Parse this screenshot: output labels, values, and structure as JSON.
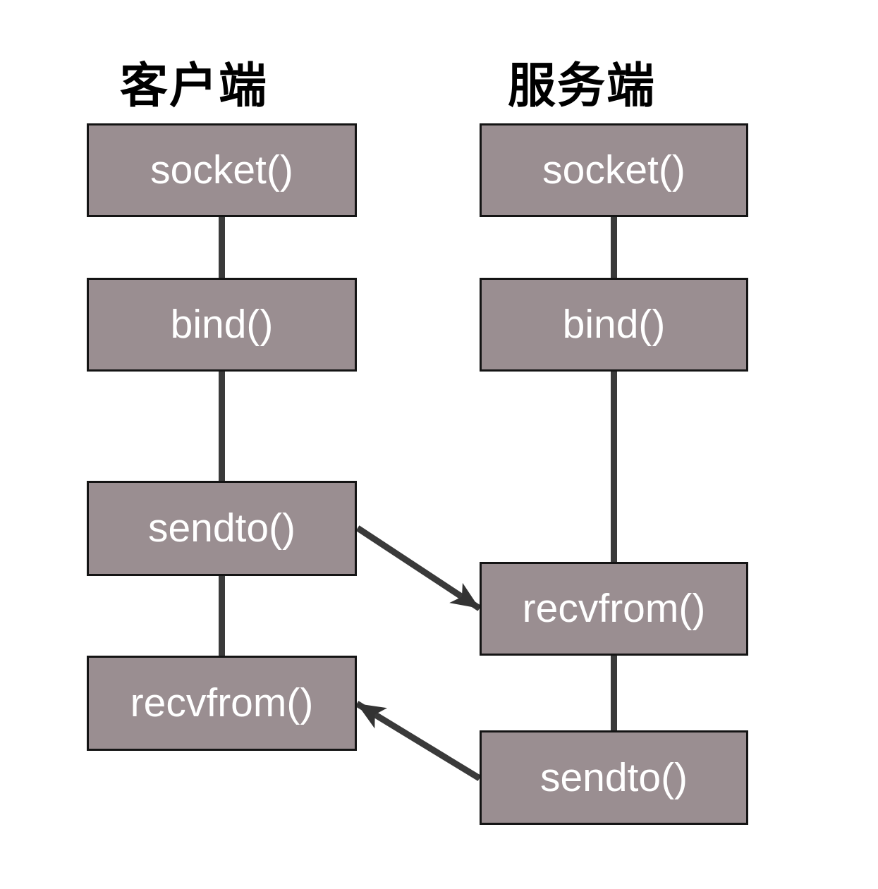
{
  "diagram": {
    "title_implicit": "UDP socket flow",
    "client": {
      "title": "客户端",
      "boxes": {
        "socket": "socket()",
        "bind": "bind()",
        "sendto": "sendto()",
        "recvfrom": "recvfrom()"
      }
    },
    "server": {
      "title": "服务端",
      "boxes": {
        "socket": "socket()",
        "bind": "bind()",
        "recvfrom": "recvfrom()",
        "sendto": "sendto()"
      }
    },
    "edges": {
      "client_flow": [
        "socket() -> bind()",
        "bind() -> sendto()",
        "sendto() -> recvfrom()"
      ],
      "server_flow": [
        "socket() -> bind()",
        "bind() -> recvfrom()",
        "recvfrom() -> sendto()"
      ],
      "cross_arrows": [
        "client sendto() -> server recvfrom()",
        "server sendto() -> client recvfrom()"
      ]
    },
    "colors": {
      "background": "#ffffff",
      "box_fill": "#9a8e91",
      "box_border": "#141414",
      "box_text": "#ffffff",
      "header_text": "#000000",
      "line": "#3a3a3a"
    }
  }
}
